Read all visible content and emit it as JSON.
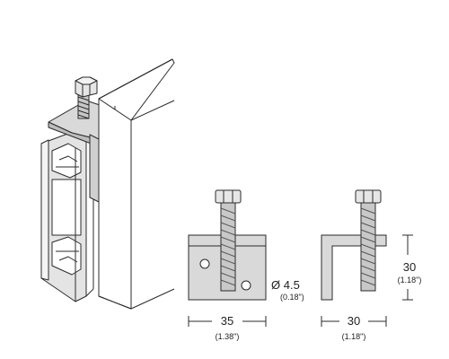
{
  "dimensions": {
    "front_width": {
      "value": "35",
      "inch": "(1.38\")"
    },
    "side_width": {
      "value": "30",
      "inch": "(1.18\")"
    },
    "side_height": {
      "value": "30",
      "inch": "(1.18\")"
    },
    "hole_diameter": {
      "value": "Ø 4.5",
      "inch": "(0.18\")"
    }
  },
  "colors": {
    "line": "#2b2b2b",
    "plate": "#d9d9d9",
    "plate_light": "#eeeeee",
    "bolt": "#c8c8c8",
    "thread": "#9a9a9a",
    "profile": "#e4e4e4"
  }
}
